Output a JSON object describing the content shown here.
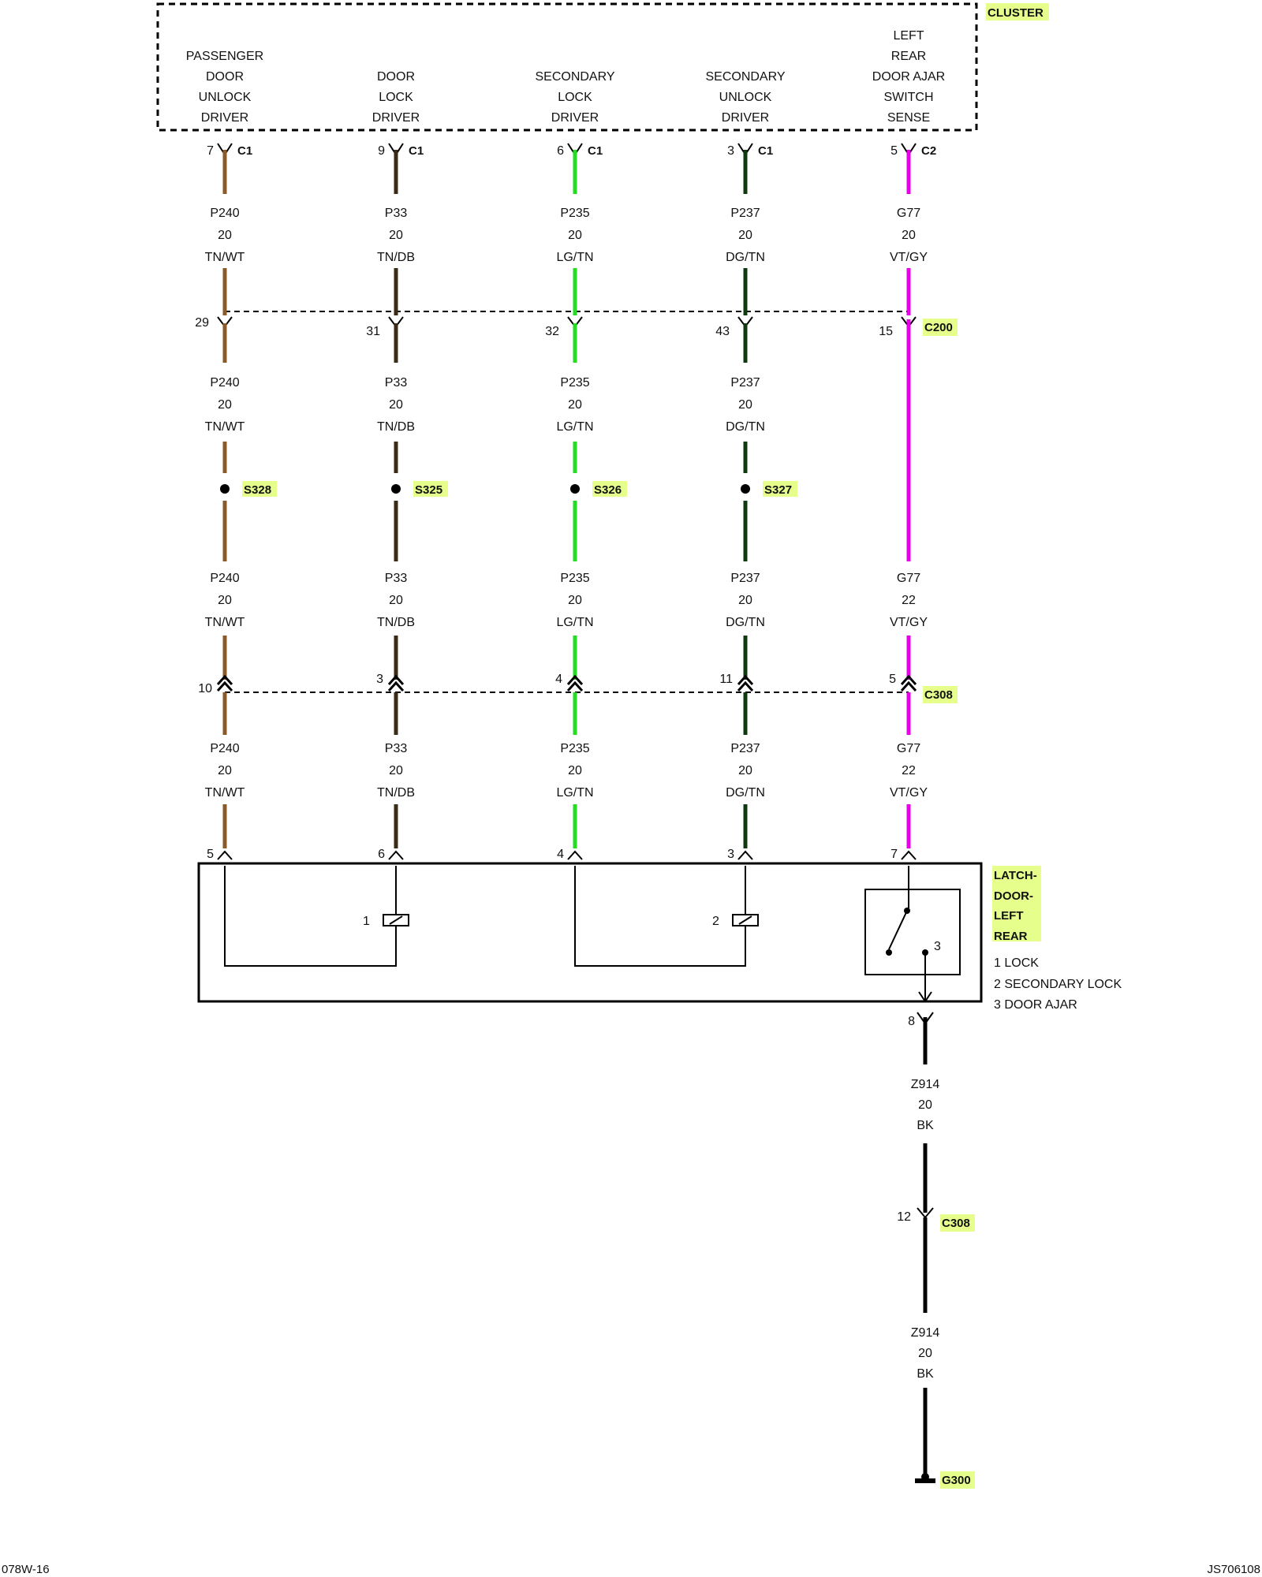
{
  "cluster": {
    "title": "CLUSTER",
    "columns": [
      [
        "PASSENGER",
        "DOOR",
        "UNLOCK",
        "DRIVER"
      ],
      [
        "DOOR",
        "LOCK",
        "DRIVER"
      ],
      [
        "SECONDARY",
        "LOCK",
        "DRIVER"
      ],
      [
        "SECONDARY",
        "UNLOCK",
        "DRIVER"
      ],
      [
        "LEFT",
        "REAR",
        "DOOR AJAR",
        "SWITCH",
        "SENSE"
      ]
    ]
  },
  "circuits": [
    {
      "color": "#8B5A2B",
      "pins": {
        "cluster": "7",
        "cluster_conn": "C1",
        "c200": "29",
        "c308": "10",
        "latch": "5"
      },
      "seg1": [
        "P240",
        "20",
        "TN/WT"
      ],
      "seg2": [
        "P240",
        "20",
        "TN/WT"
      ],
      "seg3": [
        "P240",
        "20",
        "TN/WT"
      ],
      "seg4": [
        "P240",
        "20",
        "TN/WT"
      ],
      "splice": "S328"
    },
    {
      "color": "#3a2a18",
      "pins": {
        "cluster": "9",
        "cluster_conn": "C1",
        "c200": "31",
        "c308": "3",
        "latch": "6"
      },
      "seg1": [
        "P33",
        "20",
        "TN/DB"
      ],
      "seg2": [
        "P33",
        "20",
        "TN/DB"
      ],
      "seg3": [
        "P33",
        "20",
        "TN/DB"
      ],
      "seg4": [
        "P33",
        "20",
        "TN/DB"
      ],
      "splice": "S325"
    },
    {
      "color": "#22dd22",
      "pins": {
        "cluster": "6",
        "cluster_conn": "C1",
        "c200": "32",
        "c308": "4",
        "latch": "4"
      },
      "seg1": [
        "P235",
        "20",
        "LG/TN"
      ],
      "seg2": [
        "P235",
        "20",
        "LG/TN"
      ],
      "seg3": [
        "P235",
        "20",
        "LG/TN"
      ],
      "seg4": [
        "P235",
        "20",
        "LG/TN"
      ],
      "splice": "S326"
    },
    {
      "color": "#0f3a0f",
      "pins": {
        "cluster": "3",
        "cluster_conn": "C1",
        "c200": "43",
        "c308": "11",
        "latch": "3"
      },
      "seg1": [
        "P237",
        "20",
        "DG/TN"
      ],
      "seg2": [
        "P237",
        "20",
        "DG/TN"
      ],
      "seg3": [
        "P237",
        "20",
        "DG/TN"
      ],
      "seg4": [
        "P237",
        "20",
        "DG/TN"
      ],
      "splice": "S327"
    },
    {
      "color": "#e600e6",
      "pins": {
        "cluster": "5",
        "cluster_conn": "C2",
        "c200": "15",
        "c308": "5",
        "latch": "7"
      },
      "seg1": [
        "G77",
        "20",
        "VT/GY"
      ],
      "seg3": [
        "G77",
        "22",
        "VT/GY"
      ],
      "seg4": [
        "G77",
        "22",
        "VT/GY"
      ]
    }
  ],
  "connectors": {
    "c200": "C200",
    "c308": "C308"
  },
  "latch": {
    "title": [
      "LATCH-",
      "DOOR-",
      "LEFT",
      "REAR"
    ],
    "legend": [
      "1 LOCK",
      "2 SECONDARY LOCK",
      "3 DOOR AJAR"
    ],
    "motor1": "1",
    "motor2": "2",
    "switch_pin": "3"
  },
  "ground": {
    "latch_pin": "8",
    "seg1": [
      "Z914",
      "20",
      "BK"
    ],
    "c308_pin": "12",
    "c308": "C308",
    "seg2": [
      "Z914",
      "20",
      "BK"
    ],
    "ground": "G300"
  },
  "footer": {
    "left": "078W-16",
    "right": "JS706108"
  }
}
